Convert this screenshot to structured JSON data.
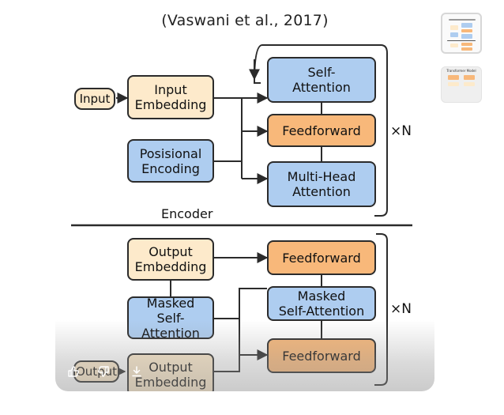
{
  "caption": "(Vaswani et al., 2017)",
  "diagram": {
    "encoder": {
      "input": "Input",
      "input_embedding": "Input\nEmbedding",
      "positional_encoding": "Posisional\nEncoding",
      "self_attention": "Self-\nAttention",
      "feedforward": "Feedforward",
      "multi_head_attention": "Multi-Head\nAttention",
      "repeat": "×N",
      "label": "Encoder"
    },
    "decoder": {
      "output_embedding_top": "Output\nEmbedding",
      "masked_self_attention_left": "Masked\nSelf-Attention",
      "output": "Output",
      "output_embedding_bottom": "Output\nEmbedding",
      "feedforward_top": "Feedforward",
      "masked_self_attention_right": "Masked\nSelf-Attention",
      "feedforward_bottom": "Feedforward",
      "repeat": "×N"
    }
  },
  "controls": {
    "icons": [
      "thumbs-up-icon",
      "thumbs-down-icon",
      "download-icon"
    ]
  },
  "thumbnails": {
    "thumb2_title": "Transformer Model"
  },
  "colors": {
    "cream": "#fdeacb",
    "blue": "#aecdf0",
    "orange": "#f8b87a",
    "stroke": "#2b2b2b"
  }
}
